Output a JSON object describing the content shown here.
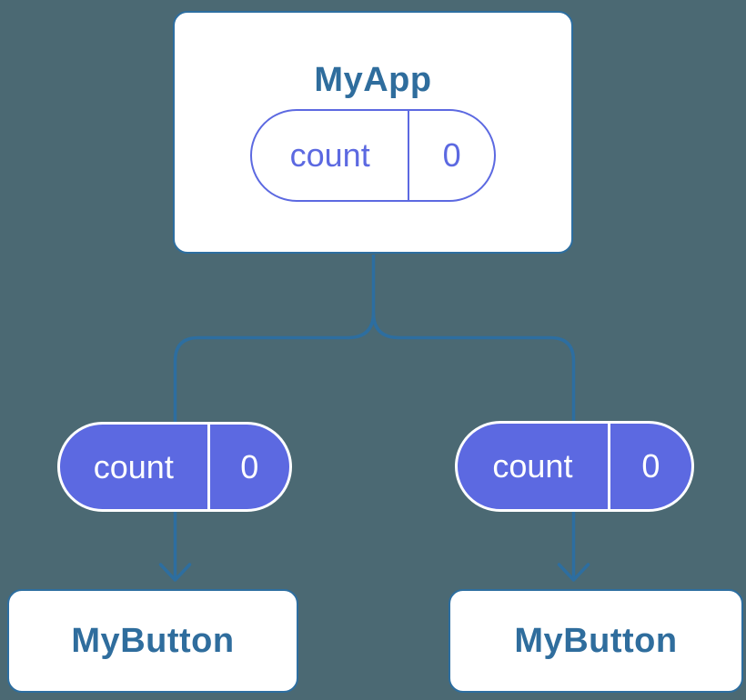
{
  "colors": {
    "background": "#4B6973",
    "line_blue": "#2D6EA0",
    "title_text": "#2F6D9D",
    "purple": "#5C69E1",
    "white": "#FFFFFF"
  },
  "diagram": {
    "description": "React component tree showing state in each component",
    "root": {
      "title": "MyApp",
      "state": {
        "label": "count",
        "value": "0"
      }
    },
    "children": [
      {
        "title": "MyButton",
        "state": {
          "label": "count",
          "value": "0"
        }
      },
      {
        "title": "MyButton",
        "state": {
          "label": "count",
          "value": "0"
        }
      }
    ]
  }
}
